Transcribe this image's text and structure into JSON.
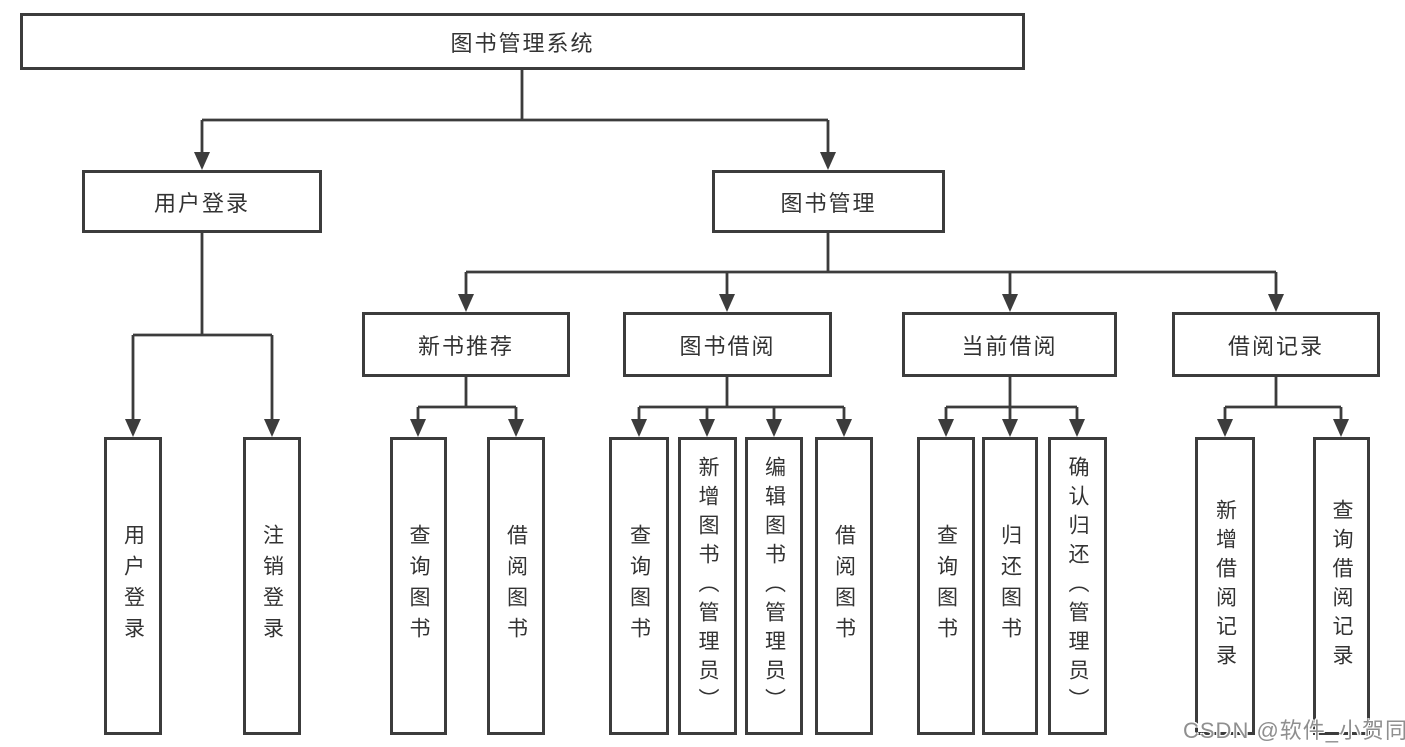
{
  "diagram": {
    "title": "图书管理系统",
    "level2": {
      "user_login": "用户登录",
      "book_mgmt": "图书管理"
    },
    "level3": {
      "new_book": "新书推荐",
      "book_borrow": "图书借阅",
      "current_borrow": "当前借阅",
      "borrow_record": "借阅记录"
    },
    "leaves": {
      "user_login_1": "用户登录",
      "user_login_2": "注销登录",
      "new_book_1": "查询图书",
      "new_book_2": "借阅图书",
      "book_borrow_1": "查询图书",
      "book_borrow_2": "新增图书（管理员）",
      "book_borrow_3": "编辑图书（管理员）",
      "book_borrow_4": "借阅图书",
      "current_1": "查询图书",
      "current_2": "归还图书",
      "current_3": "确认归还（管理员）",
      "record_1": "新增借阅记录",
      "record_2": "查询借阅记录"
    }
  },
  "watermark": {
    "text": "CSDN @软件_小贺同学"
  },
  "colors": {
    "line": "#3c3c3c",
    "text": "#333333",
    "watermark": "#8f8f8f",
    "background": "#ffffff"
  }
}
